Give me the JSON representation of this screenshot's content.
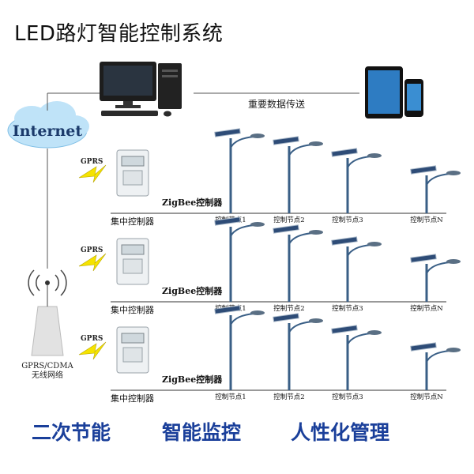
{
  "title": "LED路灯智能控制系统",
  "internet_label": "Internet",
  "transfer_label": "重要数据传送",
  "network_label_line1": "GPRS/CDMA",
  "network_label_line2": "无线网络",
  "gprs_label": "GPRS",
  "rows": [
    {
      "concentrator": "集中控制器",
      "zigbee": "ZigBee控制器",
      "nodes": [
        "控制节点1",
        "控制节点2",
        "控制节点3",
        "控制节点N"
      ]
    },
    {
      "concentrator": "集中控制器",
      "zigbee": "ZigBee控制器",
      "nodes": [
        "控制节点1",
        "控制节点2",
        "控制节点3",
        "控制节点N"
      ]
    },
    {
      "concentrator": "集中控制器",
      "zigbee": "ZigBee控制器",
      "nodes": [
        "控制节点1",
        "控制节点2",
        "控制节点3",
        "控制节点N"
      ]
    }
  ],
  "footer": [
    "二次节能",
    "智能监控",
    "人性化管理"
  ],
  "colors": {
    "pole": "#3a5f86",
    "gprs_bolt": "#f5e300",
    "cloud": "#bfe3f8",
    "footer_text": "#1a3f9a"
  }
}
